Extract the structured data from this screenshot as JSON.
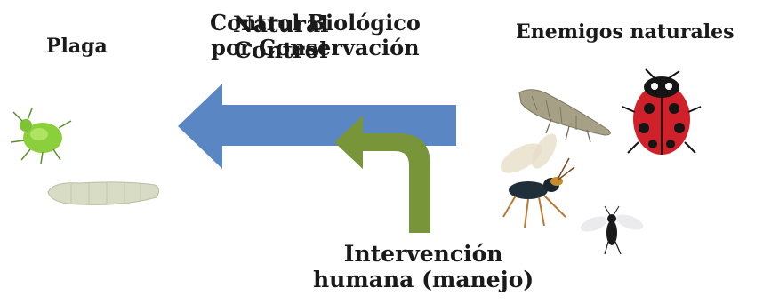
{
  "labels": {
    "plaga": "Plaga",
    "enemigos": "Enemigos naturales",
    "control_natural": "Natural\nControl",
    "control_biologico": "Control Biológico\npor Conservación",
    "intervencion": "Intervención\nhumana (manejo)"
  },
  "colors": {
    "blue_arrow": "#5b86c4",
    "green_arrow": "#78953a",
    "ladybug_red": "#d0202a"
  },
  "icons": [
    "aphid-icon",
    "larva-icon",
    "lacewing-larva-icon",
    "ladybug-icon",
    "wasp-icon",
    "small-wasp-icon"
  ]
}
